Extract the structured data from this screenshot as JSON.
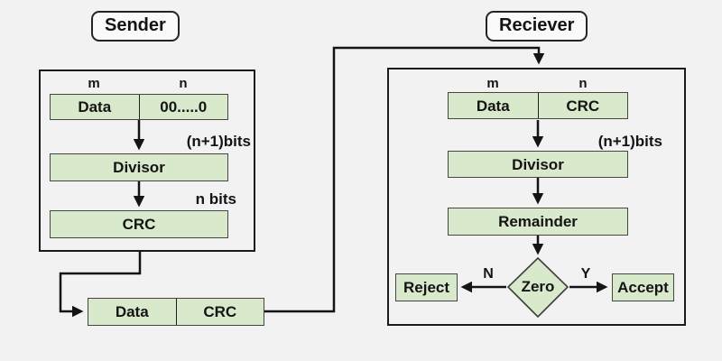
{
  "titles": {
    "sender": "Sender",
    "receiver": "Reciever"
  },
  "colors": {
    "background": "#f2f2f3",
    "box_fill": "#d9e9cc",
    "box_border": "#454545",
    "container_border": "#1b1b1b",
    "line": "#141414"
  },
  "sender": {
    "width_labels": {
      "left": "m",
      "right": "n"
    },
    "input_frame": {
      "left": "Data",
      "right": "00.....0"
    },
    "arrow1_label": "(n+1)bits",
    "divisor_label": "Divisor",
    "arrow2_label": "n bits",
    "crc_label": "CRC"
  },
  "transmission_frame": {
    "left": "Data",
    "right": "CRC"
  },
  "receiver": {
    "width_labels": {
      "left": "m",
      "right": "n"
    },
    "input_frame": {
      "left": "Data",
      "right": "CRC"
    },
    "arrow1_label": "(n+1)bits",
    "divisor_label": "Divisor",
    "remainder_label": "Remainder",
    "decision_label": "Zero",
    "branch_no": "N",
    "branch_yes": "Y",
    "reject_label": "Reject",
    "accept_label": "Accept"
  }
}
